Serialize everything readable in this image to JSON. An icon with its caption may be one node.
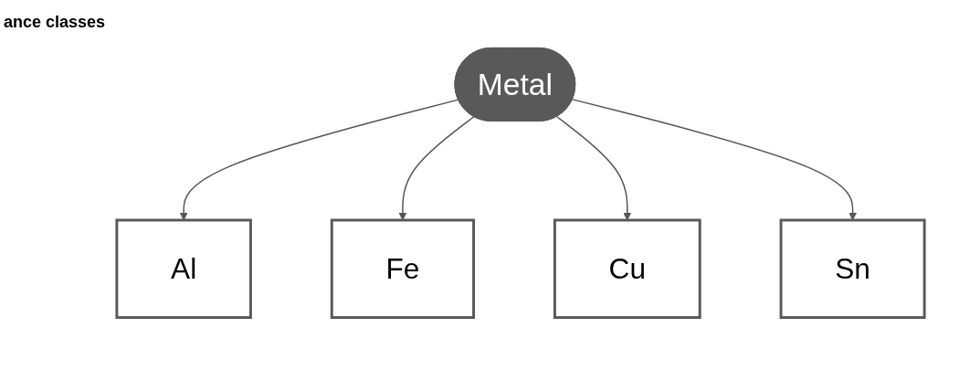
{
  "diagram": {
    "title": "ance classes",
    "nodes": [
      {
        "text": [
          "Metal"
        ]
      },
      {
        "text": [
          "Al"
        ]
      },
      {
        "text": [
          "Fe"
        ]
      },
      {
        "text": [
          "Cu"
        ]
      },
      {
        "text": [
          "Sn"
        ]
      }
    ],
    "edges": [
      {
        "from": 0,
        "to": 1,
        "arrow": "to"
      },
      {
        "from": 0,
        "to": 2,
        "arrow": "to"
      },
      {
        "from": 0,
        "to": 3,
        "arrow": "to"
      },
      {
        "from": 0,
        "to": 4,
        "arrow": "to"
      }
    ]
  }
}
